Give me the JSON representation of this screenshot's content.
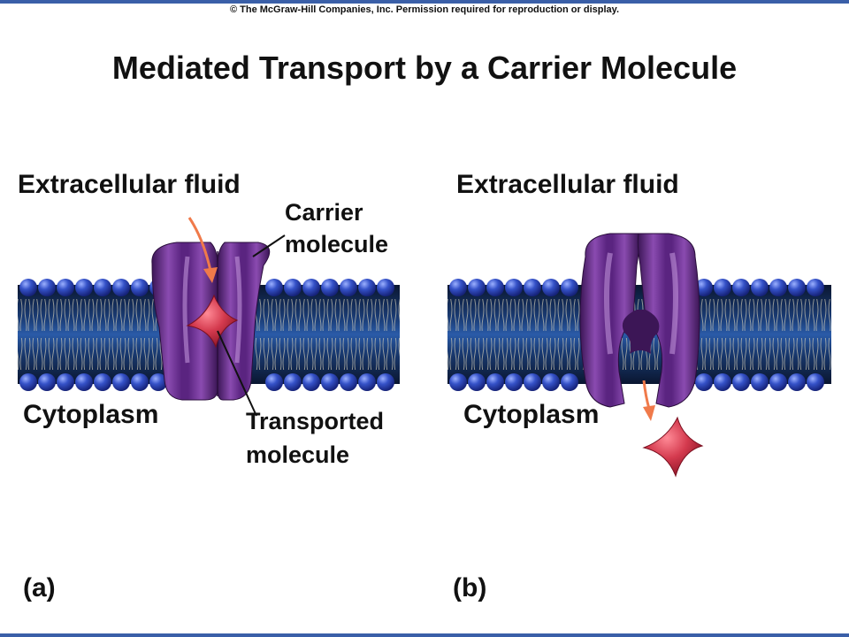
{
  "copyright": "© The McGraw-Hill Companies, Inc. Permission required for reproduction or display.",
  "title": "Mediated Transport by a Carrier Molecule",
  "panel_a": {
    "letter": "(a)",
    "extracellular_label": "Extracellular fluid",
    "cytoplasm_label": "Cytoplasm",
    "carrier_label_line1": "Carrier",
    "carrier_label_line2": "molecule",
    "transported_label_line1": "Transported",
    "transported_label_line2": "molecule"
  },
  "panel_b": {
    "letter": "(b)",
    "extracellular_label": "Extracellular fluid",
    "cytoplasm_label": "Cytoplasm"
  },
  "colors": {
    "border": "#3a5fa8",
    "phospholipid_head": "#2f47b8",
    "membrane_core": "#0e1e3c",
    "carrier_protein": "#6a2c8c",
    "transported_molecule": "#d43a4e",
    "arrow": "#f07a4a"
  }
}
